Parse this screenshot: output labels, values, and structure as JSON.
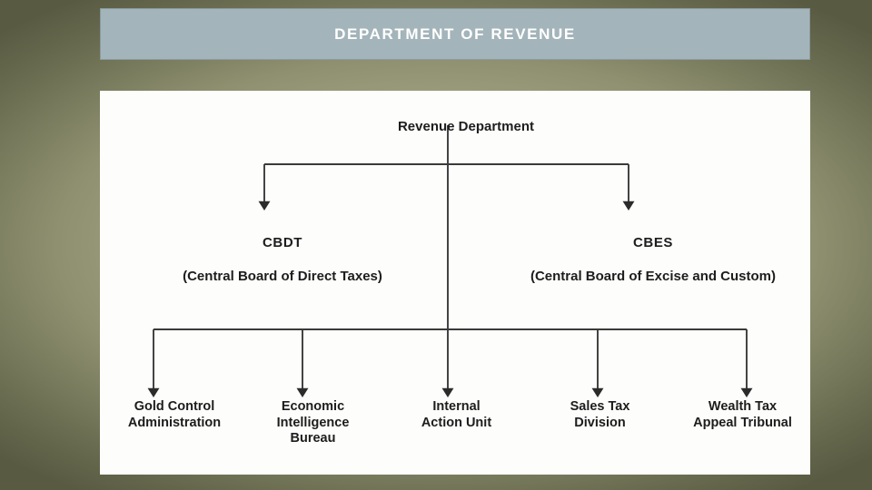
{
  "slide": {
    "title": "DEPARTMENT OF REVENUE",
    "background_color": "#a7a886",
    "title_bar_color": "#a3b4ba",
    "title_text_color": "#ffffff",
    "panel_color": "#fdfdfb",
    "line_color": "#3a3a3a"
  },
  "chart_data": {
    "type": "diagram",
    "subtype": "organizational-hierarchy-tree",
    "title": "Revenue Department",
    "orientation": "top-down",
    "connector_style": "elbow-with-arrowheads",
    "nodes": [
      {
        "id": "root",
        "level": 0,
        "label": "Revenue Department",
        "abbr": "",
        "full_name": "Revenue Department"
      },
      {
        "id": "cbdt",
        "level": 1,
        "label": "CBDT\n(Central Board of Direct Taxes)",
        "abbr": "CBDT",
        "full_name": "(Central Board of Direct Taxes)"
      },
      {
        "id": "cbes",
        "level": 1,
        "label": "CBES\n(Central Board of Excise and Custom)",
        "abbr": "CBES",
        "full_name": "(Central Board of Excise and Custom)"
      },
      {
        "id": "gold-control-administration",
        "level": 2,
        "label": "Gold Control\nAdministration"
      },
      {
        "id": "economic-intelligence-bureau",
        "level": 2,
        "label": "Economic\nIntelligence\nBureau"
      },
      {
        "id": "internal-action-unit",
        "level": 2,
        "label": "Internal\nAction Unit"
      },
      {
        "id": "sales-tax-division",
        "level": 2,
        "label": "Sales Tax\nDivision"
      },
      {
        "id": "wealth-tax-appeal-tribunal",
        "level": 2,
        "label": "Wealth Tax\nAppeal Tribunal"
      }
    ],
    "edges": [
      {
        "from": "root",
        "to": "cbdt"
      },
      {
        "from": "root",
        "to": "cbes"
      },
      {
        "from": "root",
        "to": "gold-control-administration"
      },
      {
        "from": "root",
        "to": "economic-intelligence-bureau"
      },
      {
        "from": "root",
        "to": "internal-action-unit"
      },
      {
        "from": "root",
        "to": "sales-tax-division"
      },
      {
        "from": "root",
        "to": "wealth-tax-appeal-tribunal"
      }
    ]
  }
}
